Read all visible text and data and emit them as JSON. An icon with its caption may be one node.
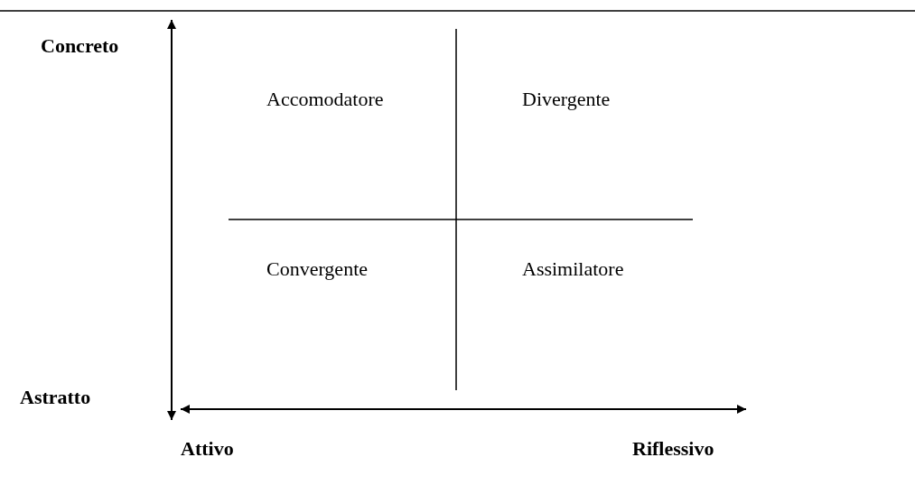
{
  "diagram": {
    "labels": [
      "Concreto",
      "Accomodatore",
      "Divergente",
      "Convergente",
      "Assimilatore",
      "Astratto",
      "Attivo",
      "Riflessivo"
    ]
  }
}
